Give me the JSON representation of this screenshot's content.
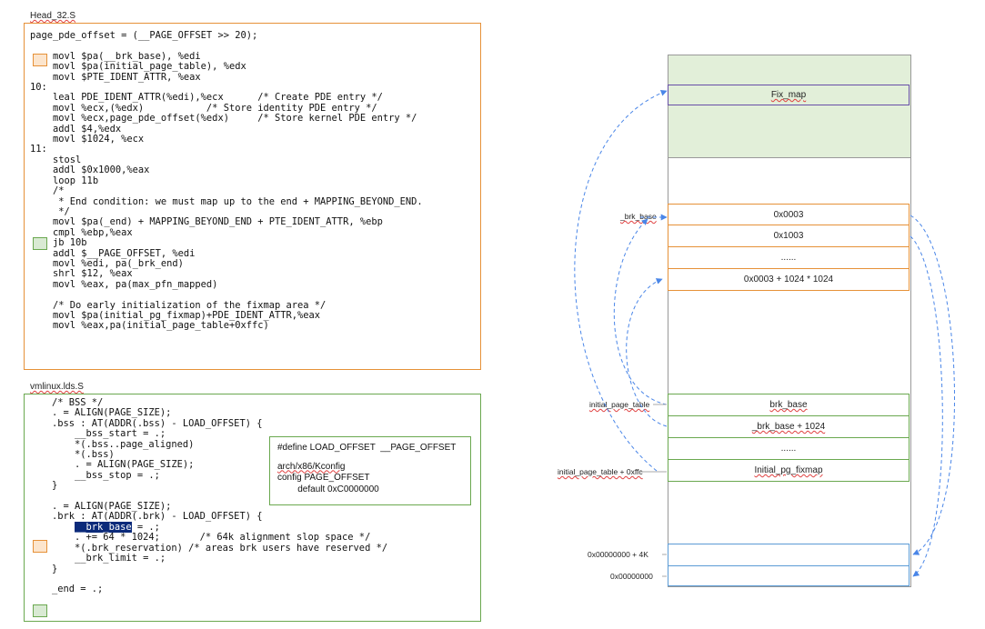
{
  "head_file": {
    "title": "Head_32.S",
    "lines": [
      "page_pde_offset = (__PAGE_OFFSET >> 20);",
      "",
      "    movl $pa(__brk_base), %edi",
      "    movl $pa(initial_page_table), %edx",
      "    movl $PTE_IDENT_ATTR, %eax",
      "10:",
      "    leal PDE_IDENT_ATTR(%edi),%ecx      /* Create PDE entry */",
      "    movl %ecx,(%edx)           /* Store identity PDE entry */",
      "    movl %ecx,page_pde_offset(%edx)     /* Store kernel PDE entry */",
      "    addl $4,%edx",
      "    movl $1024, %ecx",
      "11:",
      "    stosl",
      "    addl $0x1000,%eax",
      "    loop 11b",
      "    /*",
      "     * End condition: we must map up to the end + MAPPING_BEYOND_END.",
      "     */",
      "    movl $pa(_end) + MAPPING_BEYOND_END + PTE_IDENT_ATTR, %ebp",
      "    cmpl %ebp,%eax",
      "    jb 10b",
      "    addl $__PAGE_OFFSET, %edi",
      "    movl %edi, pa(_brk_end)",
      "    shrl $12, %eax",
      "    movl %eax, pa(max_pfn_mapped)",
      "",
      "    /* Do early initialization of the fixmap area */",
      "    movl $pa(initial_pg_fixmap)+PDE_IDENT_ATTR,%eax",
      "    movl %eax,pa(initial_page_table+0xffc)"
    ]
  },
  "lds_file": {
    "title": "vmlinux.lds.S",
    "lines": [
      "/* BSS */",
      ". = ALIGN(PAGE_SIZE);",
      ".bss : AT(ADDR(.bss) - LOAD_OFFSET) {",
      "    __bss_start = .;",
      "    *(.bss..page_aligned)",
      "    *(.bss)",
      "    . = ALIGN(PAGE_SIZE);",
      "    __bss_stop = .;",
      "}",
      "",
      ". = ALIGN(PAGE_SIZE);",
      ".brk : AT(ADDR(.brk) - LOAD_OFFSET) {",
      "    ",
      "    . += 64 * 1024;       /* 64k alignment slop space */",
      "    *(.brk_reservation) /* areas brk users have reserved */",
      "    __brk_limit = .;",
      "}",
      "",
      "_end = .;"
    ],
    "highlight": "__brk_base",
    "highlight_rest": " = .;"
  },
  "note": {
    "line1": "#define LOAD_OFFSET  __PAGE_OFFSET",
    "line2": "arch/x86/Kconfig",
    "line3": "config PAGE_OFFSET",
    "line4": "        default 0xC0000000"
  },
  "memory": {
    "fix_map": "Fix_map",
    "pde_0": "0x0003",
    "pde_1": "0x1003",
    "pde_dots": "......",
    "pde_last": "0x0003 + 1024 * 1024",
    "pt_0": "brk_base",
    "pt_1": "_brk_base + 1024",
    "pt_dots": "......",
    "pt_fixmap": "Initial_pg_fixmap",
    "labels": {
      "brk_base": "_brk_base",
      "initial_page_table": "initial_page_table",
      "initial_page_table_ffc": "initial_page_table + 0xffc",
      "addr_4k": "0x00000000 + 4K",
      "addr_0": "0x00000000"
    }
  },
  "colors": {
    "orange": "#e69138",
    "green": "#6aa84f",
    "marker_orange_fill": "#fce5cd",
    "marker_green_fill": "#d9ead3",
    "fixmap_region": "#e2efd9",
    "fixmap_border": "#674ea7",
    "arrow": "#4a86e8",
    "highlight_bg": "#0b2a7a"
  }
}
